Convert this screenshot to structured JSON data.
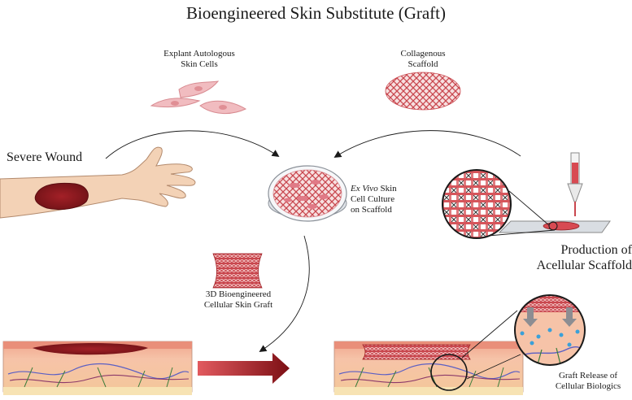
{
  "title": "Bioengineered Skin Substitute (Graft)",
  "labels": {
    "explant_line1": "Explant Autologous",
    "explant_line2": "Skin Cells",
    "scaffold_line1": "Collagenous",
    "scaffold_line2": "Scaffold",
    "severe_wound": "Severe Wound",
    "culture_italic": "Ex Vivo",
    "culture_line1_rest": " Skin",
    "culture_line2": "Cell Culture",
    "culture_line3": "on Scaffold",
    "production_line1": "Production of",
    "production_line2": "Acellular Scaffold",
    "graft_line1": "3D Bioengineered",
    "graft_line2": "Cellular Skin Graft",
    "release_line1": "Graft Release of",
    "release_line2": "Cellular Biologics"
  },
  "colors": {
    "wound": "#8e1a1f",
    "scaffold": "#c9474e",
    "skin_tone": "#f3d2b6",
    "dermis": "#f6b9a0",
    "epidermis": "#e98f7a",
    "arrow": "#9c1d22",
    "cell": "#f1bcc0"
  }
}
